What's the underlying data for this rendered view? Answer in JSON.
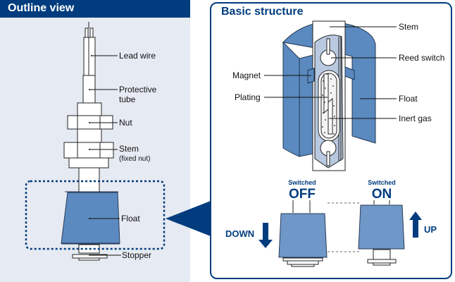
{
  "outline_view": {
    "title": "Outline view",
    "labels": {
      "lead_wire": "Lead wire",
      "protective_tube_1": "Protective",
      "protective_tube_2": "tube",
      "nut": "Nut",
      "stem": "Stem",
      "stem_note": "(fixed nut)",
      "float": "Float",
      "stopper": "Stopper"
    }
  },
  "basic_structure": {
    "title": "Basic structure",
    "labels": {
      "stem": "Stem",
      "reed_switch": "Reed switch",
      "magnet": "Magnet",
      "plating": "Plating",
      "float": "Float",
      "inert_gas": "Inert gas"
    },
    "states": {
      "off": {
        "caption": "Switched",
        "state": "OFF",
        "direction": "DOWN"
      },
      "on": {
        "caption": "Switched",
        "state": "ON",
        "direction": "UP"
      }
    }
  },
  "colors": {
    "brand": "#003c7e",
    "float": "#5b8ac0",
    "panel_bg": "#e6eaf2"
  }
}
